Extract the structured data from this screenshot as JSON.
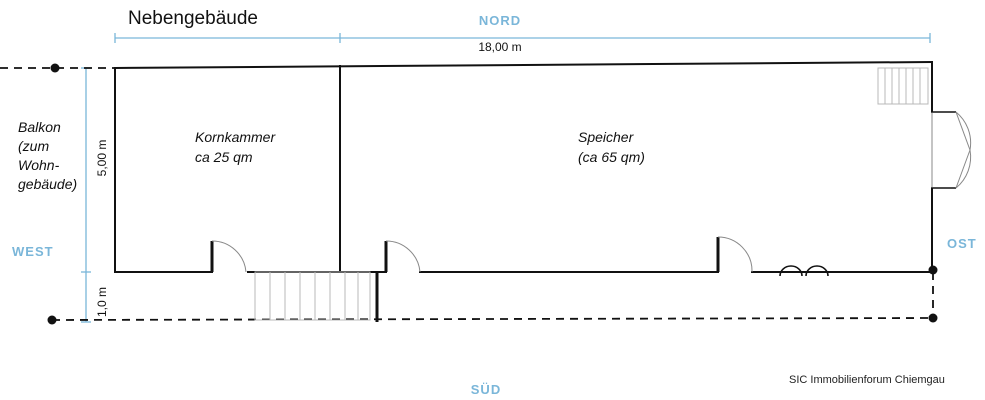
{
  "title": "Nebengebäude",
  "compass": {
    "north": "NORD",
    "south": "SÜD",
    "west": "WEST",
    "east": "OST"
  },
  "dimensions": {
    "length": "18,00 m",
    "depth": "5,00 m",
    "balcony_depth": "1,0 m"
  },
  "rooms": [
    {
      "line1": "Kornkammer",
      "line2": "ca 25 qm"
    },
    {
      "line1": "Speicher",
      "line2": "(ca 65 qm)"
    }
  ],
  "balcony": {
    "line1": "Balkon",
    "line2": "(zum",
    "line3": "Wohn-",
    "line4": "gebäude)"
  },
  "credit": "SIC Immobilienforum Chiemgau",
  "colors": {
    "wall": "#111111",
    "dimension": "#7ab6d9",
    "stairs": "#b8b8b8"
  }
}
